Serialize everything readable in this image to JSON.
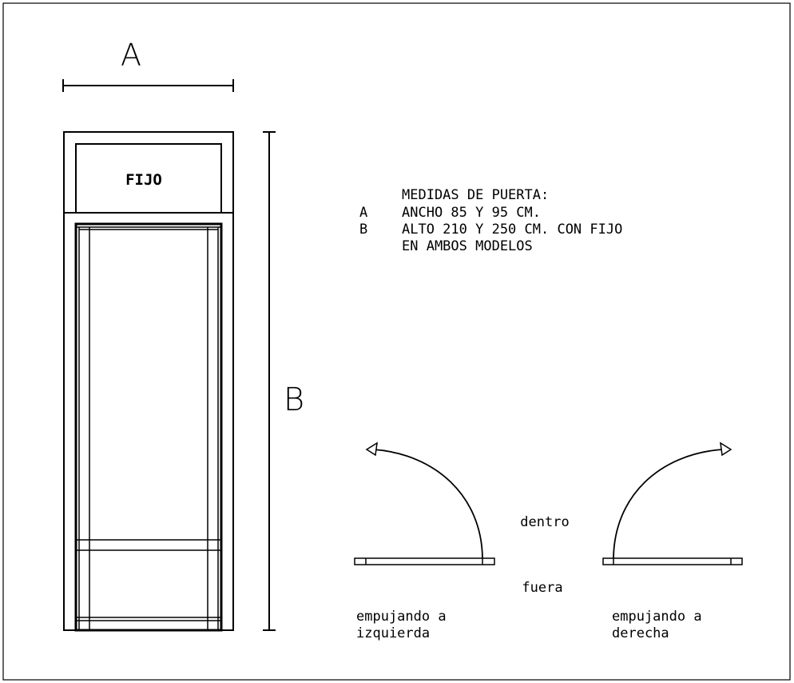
{
  "labels": {
    "dim_a": "A",
    "dim_b": "B",
    "fixed_panel": "FIJO"
  },
  "notes": {
    "title": "MEDIDAS DE PUERTA:",
    "rows": [
      {
        "key": "A",
        "text": "ANCHO 85 Y 95 CM."
      },
      {
        "key": "B",
        "text": "ALTO 210 Y 250 CM. CON FIJO"
      },
      {
        "key": "",
        "text": "EN AMBOS MODELOS"
      }
    ]
  },
  "swing": {
    "inside": "dentro",
    "outside": "fuera",
    "left": {
      "line1": "empujando a",
      "line2": "izquierda"
    },
    "right": {
      "line1": "empujando a",
      "line2": "derecha"
    }
  }
}
